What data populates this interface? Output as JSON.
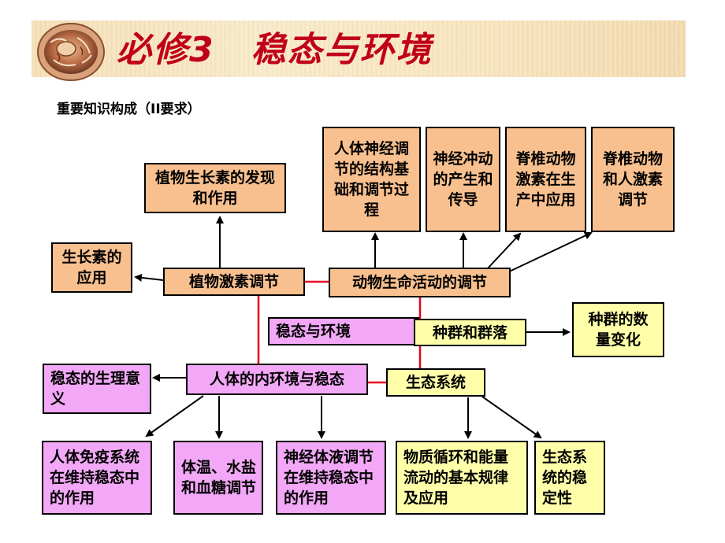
{
  "header": {
    "title": "必修3　稳态与环境",
    "subtitle": "重要知识构成（II要求）"
  },
  "nodes": {
    "plant_growth_discovery": "植物生长素的发现和作用",
    "auxin_application": "生长素的应用",
    "plant_hormone_regulation": "植物激素调节",
    "animal_life_regulation": "动物生命活动的调节",
    "nerve_structure": "人体神经调节的结构基础和调节过程",
    "nerve_impulse": "神经冲动的产生和传导",
    "vertebrate_hormone_production": "脊椎动物激素在生产中应用",
    "vertebrate_human_hormone": "脊椎动物和人激素调节",
    "homeostasis_environment": "稳态与环境",
    "population_community": "种群和群落",
    "population_change": "种群的数量变化",
    "homeostasis_meaning": "稳态的生理意义",
    "internal_environment": "人体的内环境与稳态",
    "ecosystem": "生态系统",
    "immune_role": "人体免疫系统在维持稳态中的作用",
    "temperature_salt_sugar": "体温、水盐和血糖调节",
    "neuro_humoral": "神经体液调节在维持稳态中的作用",
    "matter_energy": "物质循环和能量流动的基本规律及应用",
    "ecosystem_stability": "生态系统的稳定性"
  },
  "colors": {
    "title": "#c0001a",
    "orange_box": "#f9c08f",
    "pink_box": "#f2a8f6",
    "yellow_box": "#ffffaa",
    "red_line": "#e8001c"
  }
}
